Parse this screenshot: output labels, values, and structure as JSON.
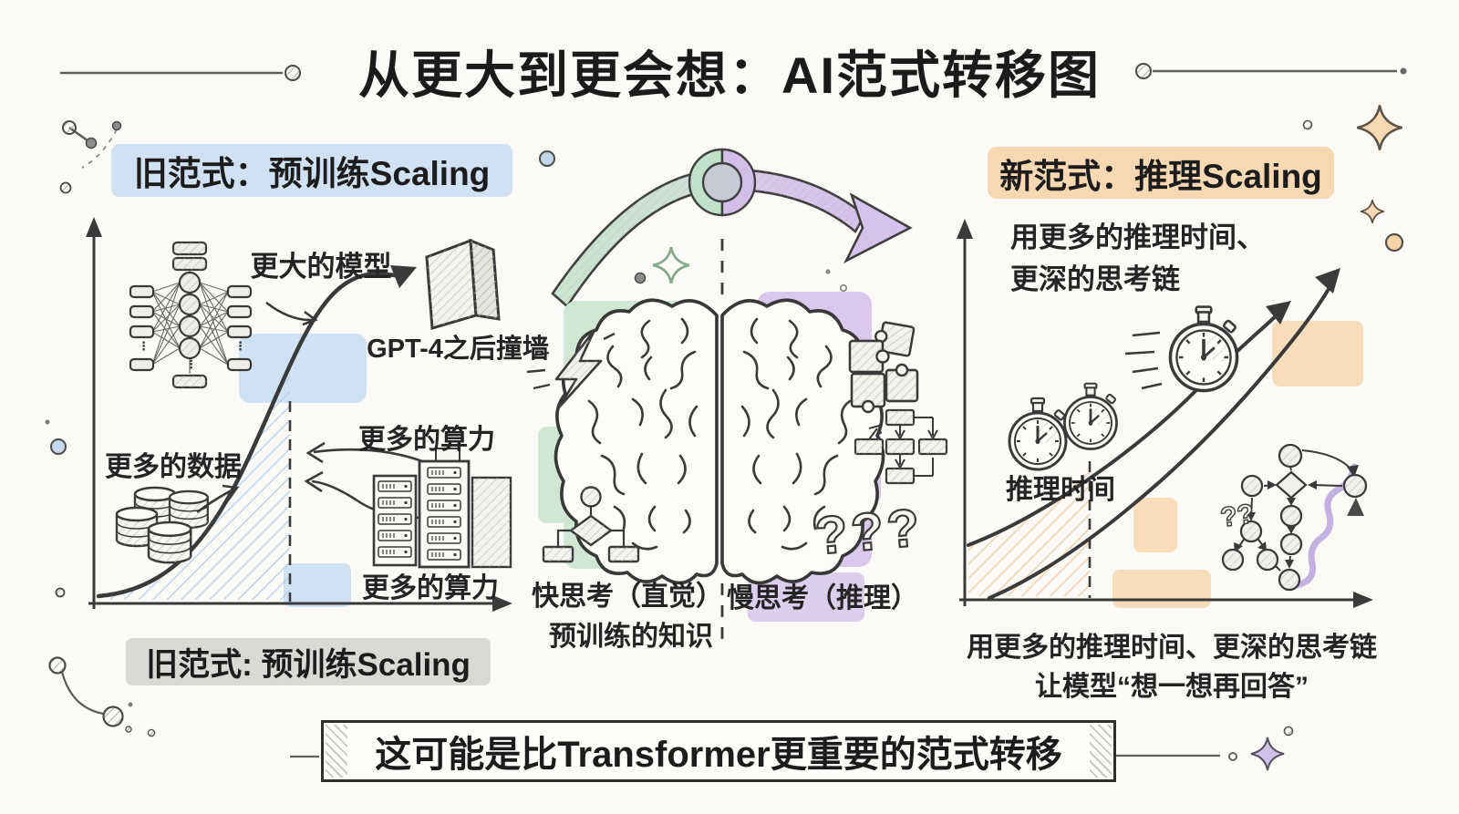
{
  "title": "从更大到更会想：AI范式转移图",
  "left_panel": {
    "header": "旧范式：预训练Scaling",
    "bigger_model": "更大的模型",
    "wall_label": "GPT-4之后撞墙",
    "more_compute_top": "更多的算力",
    "more_data": "更多的数据",
    "more_compute_bottom": "更多的算力",
    "footer": "旧范式: 预训练Scaling"
  },
  "center_panel": {
    "fast_label": "快思考（直觉）",
    "fast_sublabel": "预训练的知识",
    "slow_label": "慢思考（推理）",
    "question_marks": "???"
  },
  "right_panel": {
    "header": "新范式：推理Scaling",
    "subtitle_line1": "用更多的推理时间、",
    "subtitle_line2": "更深的思考链",
    "inference_time": "推理时间",
    "graph_question_marks": "??",
    "footer_line1": "用更多的推理时间、更深的思考链",
    "footer_line2": "让模型“想一想再回答”"
  },
  "banner": "这可能是比Transformer更重要的范式转移",
  "colors": {
    "paper": "#fbfaf7",
    "ink": "#2e2e2e",
    "blue_highlight": "#cfe1f2",
    "gray_highlight": "#d9d9d6",
    "orange_highlight": "#f7d8b2",
    "orange_patch": "#f9ddbb",
    "green_patch": "#cfe7d3",
    "purple_patch": "#dac8ec",
    "purple_label_highlight": "#dccfee",
    "arc_green": "#c9e6cf",
    "arc_purple": "#d8c5ec"
  }
}
